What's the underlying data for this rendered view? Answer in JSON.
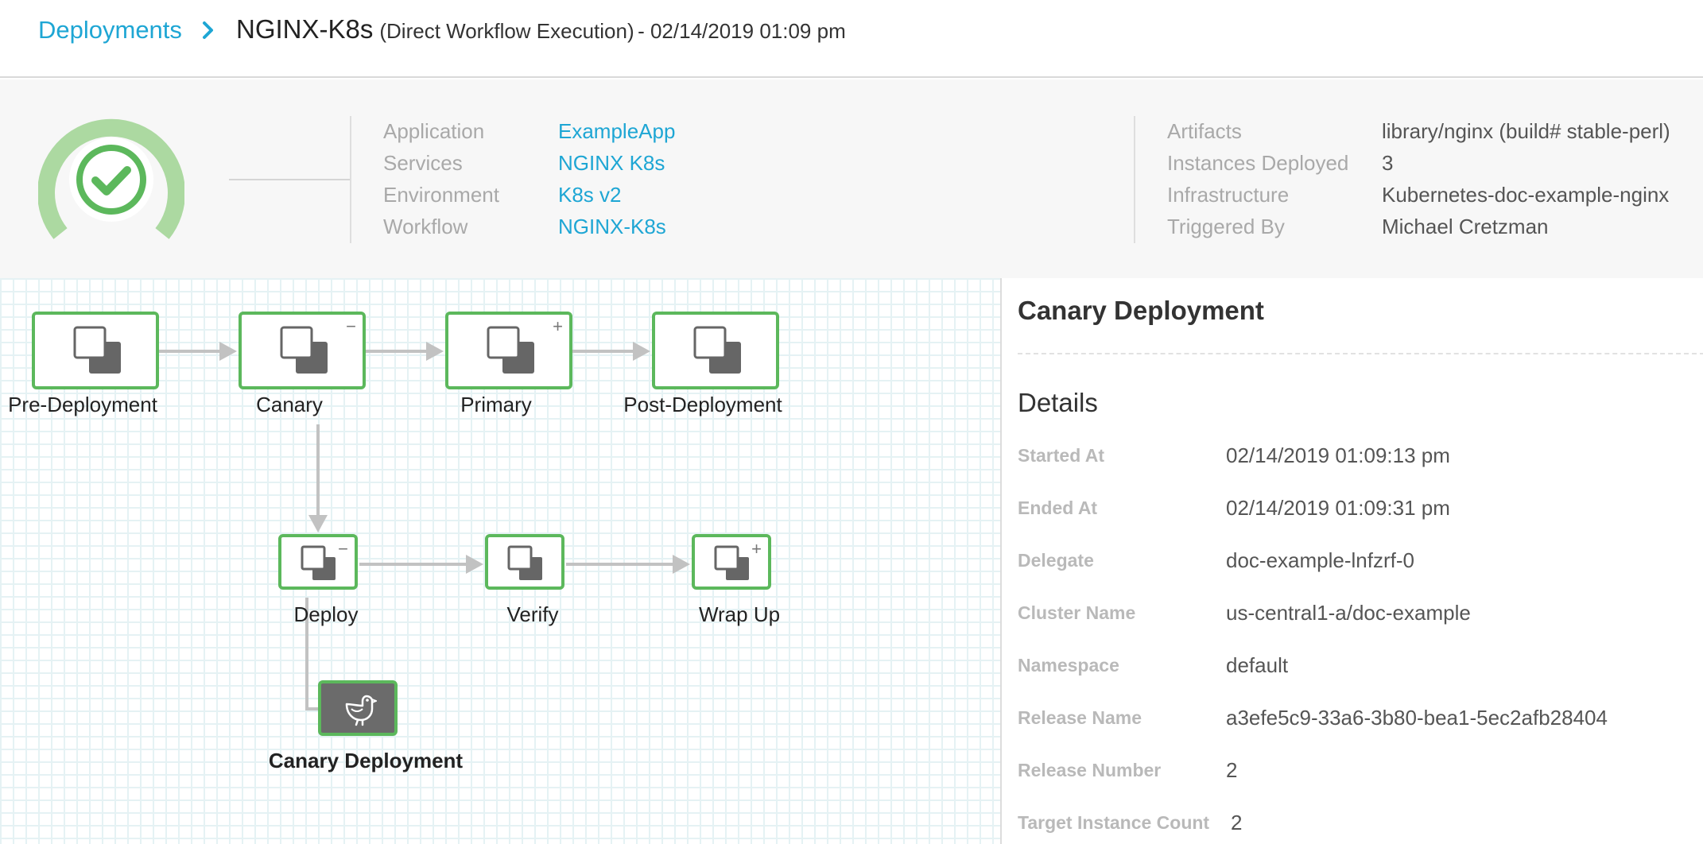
{
  "breadcrumb": {
    "parent": "Deployments",
    "title": "NGINX-K8s",
    "subtitle": "(Direct Workflow Execution)",
    "date": "- 02/14/2019 01:09 pm"
  },
  "summary": {
    "status": "success",
    "left": [
      {
        "label": "Application",
        "value": "ExampleApp"
      },
      {
        "label": "Services",
        "value": "NGINX K8s"
      },
      {
        "label": "Environment",
        "value": "K8s v2"
      },
      {
        "label": "Workflow",
        "value": "NGINX-K8s"
      }
    ],
    "right": [
      {
        "label": "Artifacts",
        "value": "library/nginx (build# stable-perl)"
      },
      {
        "label": "Instances Deployed",
        "value": "3"
      },
      {
        "label": "Infrastructure",
        "value": "Kubernetes-doc-example-nginx"
      },
      {
        "label": "Triggered By",
        "value": "Michael Cretzman"
      }
    ]
  },
  "graph": {
    "top_nodes": [
      {
        "label": "Pre-Deployment",
        "toggle": ""
      },
      {
        "label": "Canary",
        "toggle": "−"
      },
      {
        "label": "Primary",
        "toggle": "+"
      },
      {
        "label": "Post-Deployment",
        "toggle": ""
      }
    ],
    "sub_nodes": [
      {
        "label": "Deploy",
        "toggle": "−"
      },
      {
        "label": "Verify",
        "toggle": ""
      },
      {
        "label": "Wrap Up",
        "toggle": "+"
      }
    ],
    "leaf_node": {
      "label": "Canary Deployment",
      "icon": "bird-icon"
    }
  },
  "panel": {
    "title": "Canary Deployment",
    "section": "Details",
    "rows": [
      {
        "label": "Started At",
        "value": "02/14/2019 01:09:13 pm"
      },
      {
        "label": "Ended At",
        "value": "02/14/2019 01:09:31 pm"
      },
      {
        "label": "Delegate",
        "value": "doc-example-lnfzrf-0"
      },
      {
        "label": "Cluster Name",
        "value": "us-central1-a/doc-example"
      },
      {
        "label": "Namespace",
        "value": "default"
      },
      {
        "label": "Release Name",
        "value": "a3efe5c9-33a6-3b80-bea1-5ec2afb28404"
      },
      {
        "label": "Release Number",
        "value": "2"
      },
      {
        "label": "Target Instance Count",
        "value": "2"
      }
    ]
  },
  "colors": {
    "accent": "#1ea6d4",
    "success": "#5cb85c",
    "success_light": "#acd9a1"
  }
}
